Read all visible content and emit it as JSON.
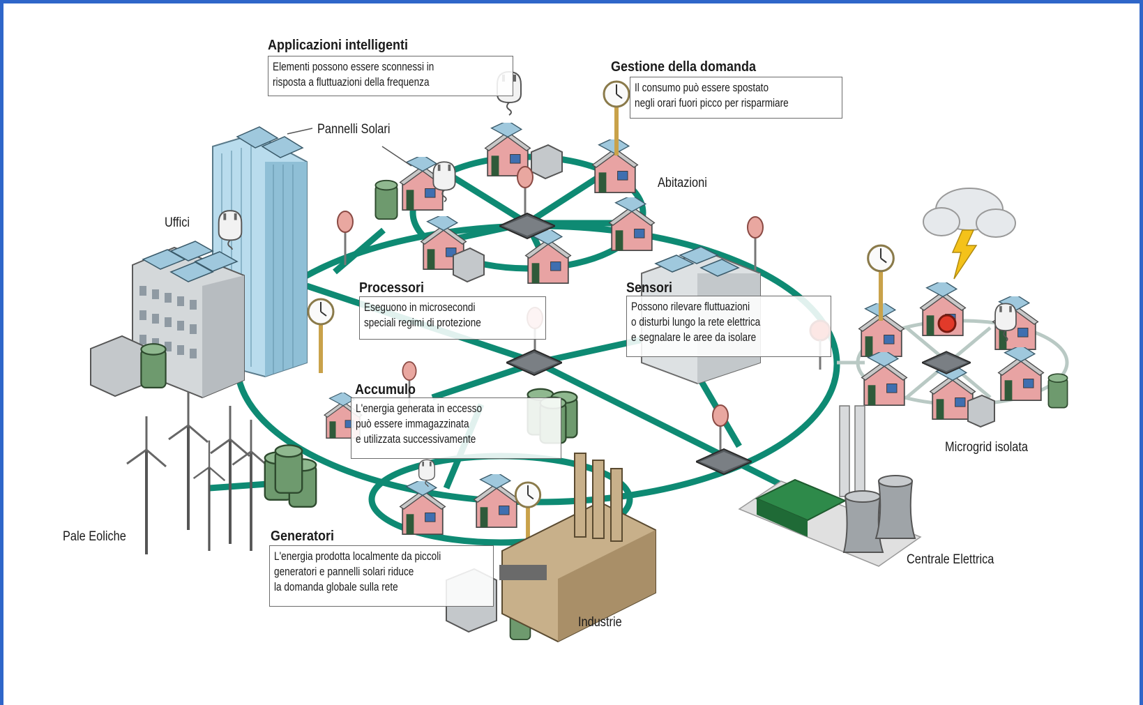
{
  "labels": {
    "pannelli_solari": "Pannelli Solari",
    "uffici": "Uffici",
    "abitazioni": "Abitazioni",
    "pale_eoliche": "Pale Eoliche",
    "microgrid": "Microgrid isolata",
    "centrale": "Centrale Elettrica",
    "industrie": "Industrie"
  },
  "callouts": {
    "applicazioni": {
      "title": "Applicazioni intelligenti",
      "lines": [
        "Elementi possono essere sconnessi in",
        "risposta a fluttuazioni della frequenza"
      ]
    },
    "gestione": {
      "title": "Gestione della domanda",
      "lines": [
        "Il consumo può essere spostato",
        "negli orari fuori picco per risparmiare"
      ]
    },
    "processori": {
      "title": "Processori",
      "lines": [
        "Eseguono in microsecondi",
        "speciali regimi di protezione"
      ]
    },
    "sensori": {
      "title": "Sensori",
      "lines": [
        "Possono rilevare fluttuazioni",
        "o disturbi lungo la rete elettrica",
        "e segnalare le aree da isolare"
      ]
    },
    "accumulo": {
      "title": "Accumulo",
      "lines": [
        "L'energia generata in eccesso",
        "può essere immagazzinata",
        "e utilizzata successivamente"
      ]
    },
    "generatori": {
      "title": "Generatori",
      "lines": [
        "L'energia prodotta localmente da piccoli",
        "generatori e pannelli solari riduce",
        "la domanda globale sulla rete"
      ]
    }
  },
  "colors": {
    "frame": "#2f66c9",
    "grid_line": "#0e8a73",
    "house_wall": "#e8a3a3",
    "roof": "#9fc8dd",
    "tank": "#6e9a6e",
    "factory": "#c8b08a",
    "building": "#b9dced"
  }
}
